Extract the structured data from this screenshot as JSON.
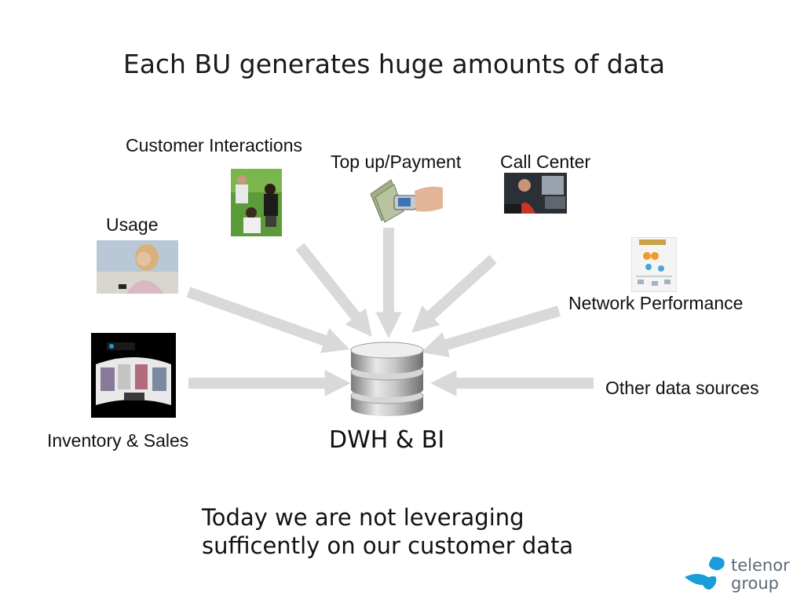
{
  "slide": {
    "title": "Each BU generates huge amounts of data",
    "center_label": "DWH & BI",
    "footer_line1": "Today we are not leveraging",
    "footer_line2": "sufficently on our customer data"
  },
  "sources": {
    "customer_interactions": "Customer Interactions",
    "topup_payment": "Top up/Payment",
    "call_center": "Call Center",
    "usage": "Usage",
    "network_performance": "Network Performance",
    "other_data_sources": "Other data sources",
    "inventory_sales": "Inventory & Sales"
  },
  "brand": {
    "line1": "telenor",
    "line2": "group",
    "color": "#1a9cd8"
  },
  "colors": {
    "arrow": "#d9d9d9",
    "database": "#a8a8a8"
  }
}
